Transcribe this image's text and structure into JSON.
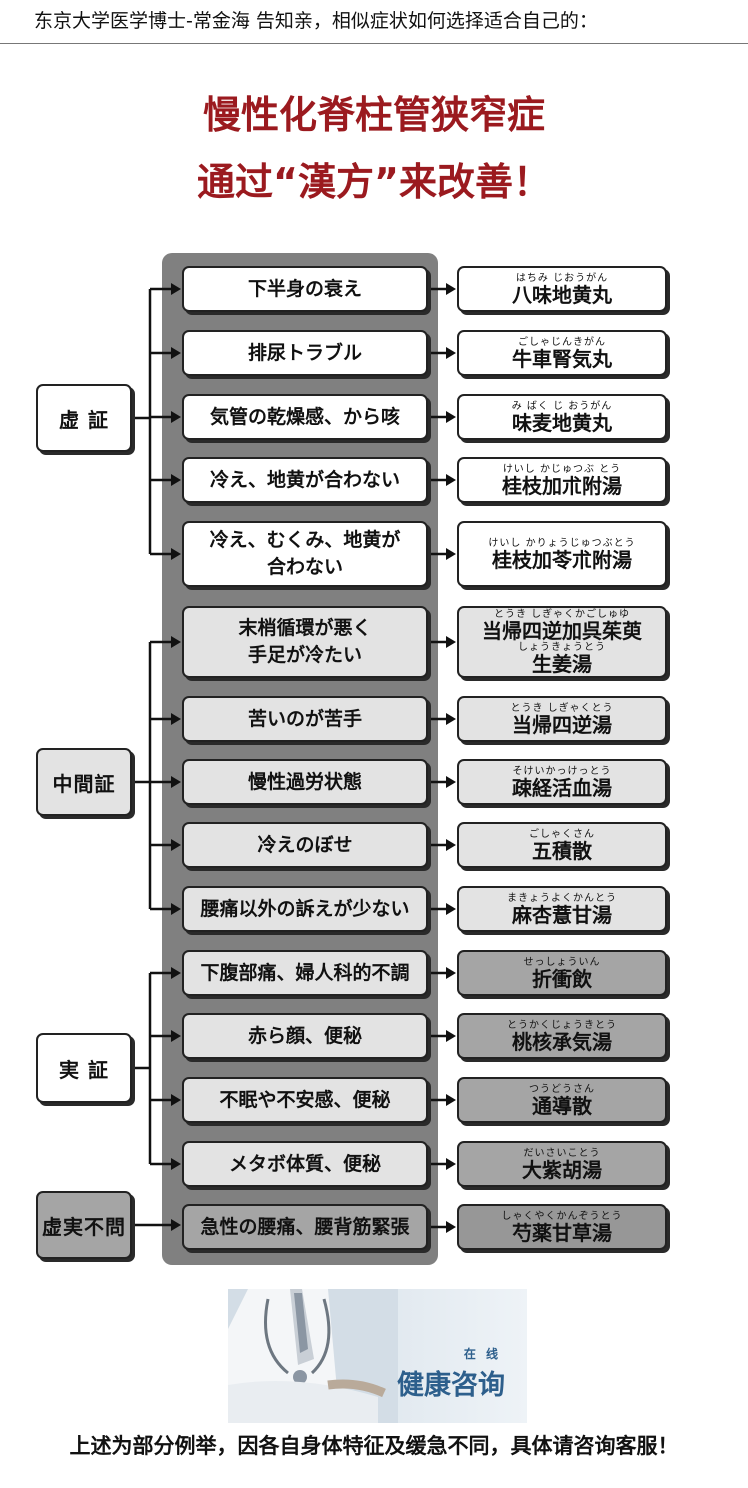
{
  "header": {
    "text": "东京大学医学博士-常金海 告知亲，相似症状如何选择适合自己的："
  },
  "title": {
    "line1": "慢性化脊柱管狭窄症",
    "line2": "通过“漢方”来改善！"
  },
  "groups": [
    {
      "label": "虚 証",
      "rows": [
        {
          "symptom": [
            "下半身の衰え"
          ],
          "herb": {
            "furigana": [
              "はちみ じおうがん"
            ],
            "name": [
              "八味地黄丸"
            ]
          }
        },
        {
          "symptom": [
            "排尿トラブル"
          ],
          "herb": {
            "furigana": [
              "ごしゃじんきがん"
            ],
            "name": [
              "牛車腎気丸"
            ]
          }
        },
        {
          "symptom": [
            "気管の乾燥感、から咳"
          ],
          "herb": {
            "furigana": [
              "み ばく じ おうがん"
            ],
            "name": [
              "味麦地黄丸"
            ]
          }
        },
        {
          "symptom": [
            "冷え、地黄が合わない"
          ],
          "herb": {
            "furigana": [
              "けいし かじゅつぶ とう"
            ],
            "name": [
              "桂枝加朮附湯"
            ]
          }
        },
        {
          "symptom": [
            "冷え、むくみ、地黄が",
            "合わない"
          ],
          "herb": {
            "furigana": [
              "けいし かりょうじゅつぶとう"
            ],
            "name": [
              "桂枝加苓朮附湯"
            ]
          }
        }
      ]
    },
    {
      "label": "中間証",
      "rows": [
        {
          "symptom": [
            "末梢循環が悪く",
            "手足が冷たい"
          ],
          "herb": {
            "furigana": [
              "とうき しぎゃくかごしゅゆ",
              "しょうきょうとう"
            ],
            "name": [
              "当帰四逆加呉茱萸",
              "生姜湯"
            ]
          }
        },
        {
          "symptom": [
            "苦いのが苦手"
          ],
          "herb": {
            "furigana": [
              "とうき しぎゃくとう"
            ],
            "name": [
              "当帰四逆湯"
            ]
          }
        },
        {
          "symptom": [
            "慢性過労状態"
          ],
          "herb": {
            "furigana": [
              "そけいかっけっとう"
            ],
            "name": [
              "疎経活血湯"
            ]
          }
        },
        {
          "symptom": [
            "冷えのぼせ"
          ],
          "herb": {
            "furigana": [
              "ごしゃくさん"
            ],
            "name": [
              "五積散"
            ]
          }
        },
        {
          "symptom": [
            "腰痛以外の訴えが少ない"
          ],
          "herb": {
            "furigana": [
              "まきょうよくかんとう"
            ],
            "name": [
              "麻杏薏甘湯"
            ]
          }
        }
      ]
    },
    {
      "label": "実 証",
      "rows": [
        {
          "symptom": [
            "下腹部痛、婦人科的不調"
          ],
          "herb": {
            "furigana": [
              "せっしょういん"
            ],
            "name": [
              "折衝飲"
            ]
          }
        },
        {
          "symptom": [
            "赤ら顔、便秘"
          ],
          "herb": {
            "furigana": [
              "とうかくじょうきとう"
            ],
            "name": [
              "桃核承気湯"
            ]
          }
        },
        {
          "symptom": [
            "不眠や不安感、便秘"
          ],
          "herb": {
            "furigana": [
              "つうどうさん"
            ],
            "name": [
              "通導散"
            ]
          }
        },
        {
          "symptom": [
            "メタボ体質、便秘"
          ],
          "herb": {
            "furigana": [
              "だいさいことう"
            ],
            "name": [
              "大紫胡湯"
            ]
          }
        }
      ]
    },
    {
      "label": "虚実不問",
      "rows": [
        {
          "symptom": [
            "急性の腰痛、腰背筋緊張"
          ],
          "herb": {
            "furigana": [
              "しゃくやくかんぞうとう"
            ],
            "name": [
              "芍薬甘草湯"
            ]
          }
        }
      ]
    }
  ],
  "banner": {
    "small": "在 线",
    "main": "健康咨询"
  },
  "footer": {
    "text": "上述为部分例举，因各自身体特征及缓急不同，具体请咨询客服！"
  }
}
